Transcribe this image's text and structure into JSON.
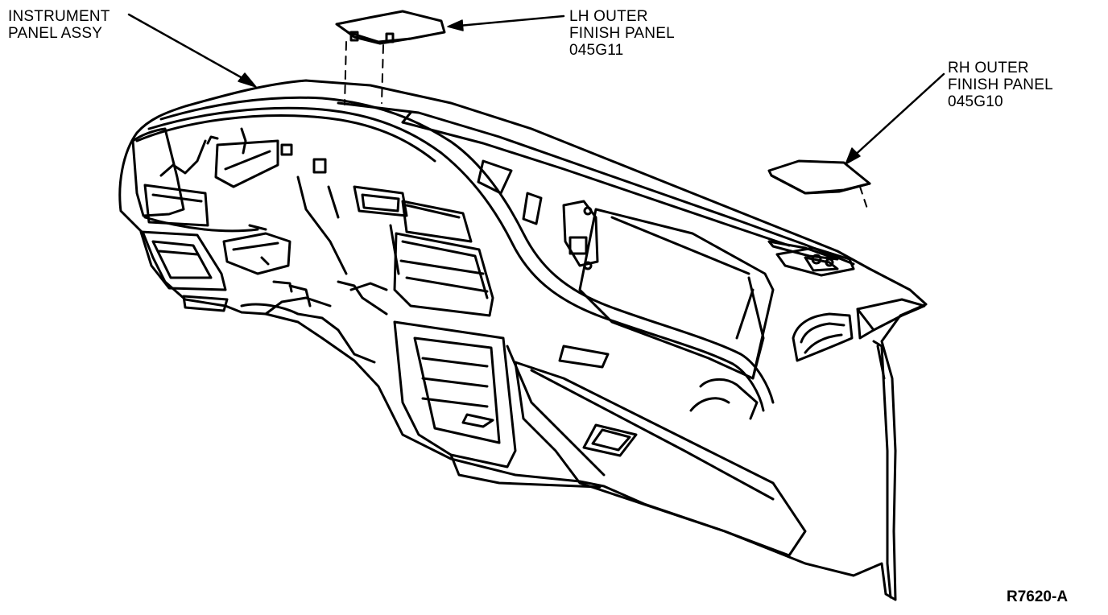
{
  "callouts": {
    "instrument_panel": {
      "line1": "INSTRUMENT",
      "line2": "PANEL ASSY"
    },
    "lh_finish_panel": {
      "line1": "LH OUTER",
      "line2": "FINISH PANEL",
      "line3": "045G11"
    },
    "rh_finish_panel": {
      "line1": "RH OUTER",
      "line2": "FINISH PANEL",
      "line3": "045G10"
    }
  },
  "figure_id": "R7620-A",
  "colors": {
    "ink": "#000000",
    "paper": "#ffffff"
  }
}
